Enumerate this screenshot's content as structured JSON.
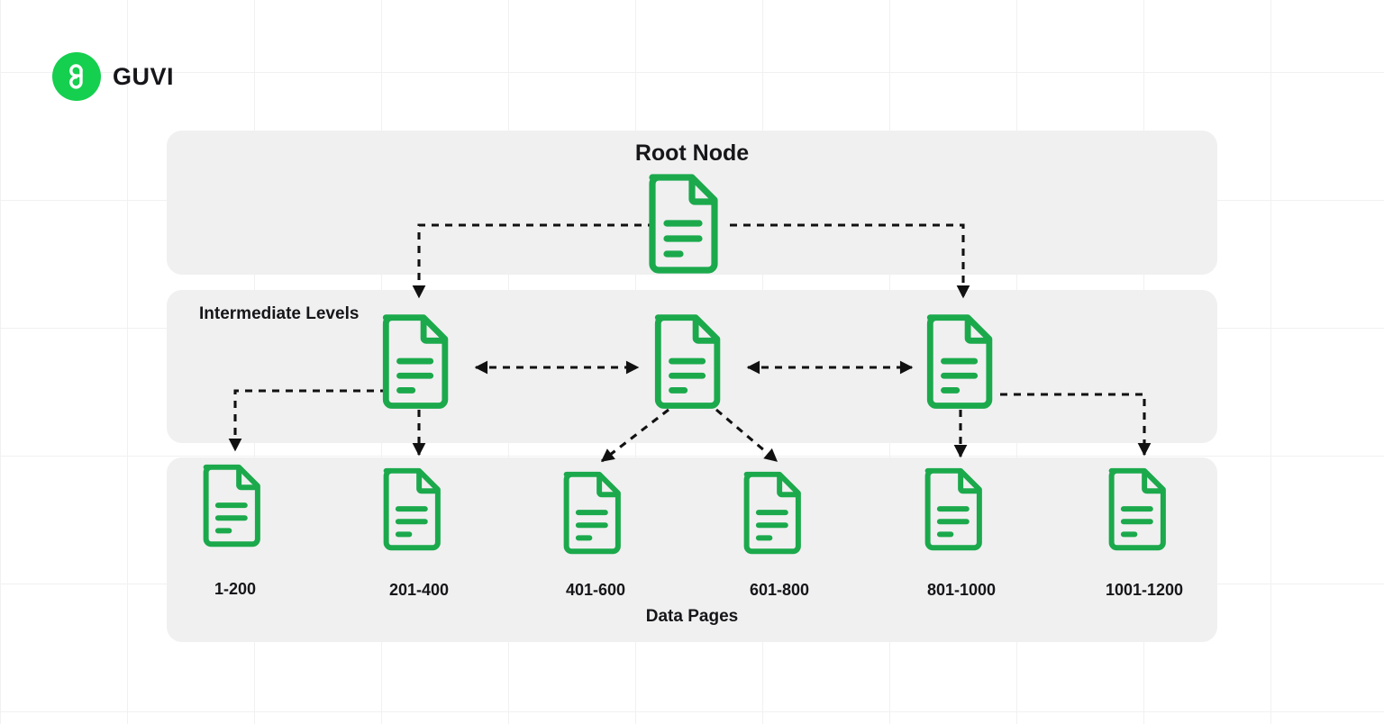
{
  "brand": {
    "logo_icon": "guvi-logo-icon",
    "name": "GUVI",
    "logo_color": "#15cf4f"
  },
  "theme": {
    "node_green": "#1ba94c",
    "band_grey": "#f0f0f0",
    "connector_black": "#111111",
    "text_dark": "#16161a",
    "page_white": "#ffffff",
    "grid_line": "#f1f1f1"
  },
  "diagram": {
    "type": "b-tree-index-structure",
    "levels": [
      {
        "id": "root",
        "caption": "Root Node",
        "caption_align": "center",
        "node_count": 1,
        "nodes": [
          {
            "icon": "document-icon",
            "label": ""
          }
        ]
      },
      {
        "id": "intermediate",
        "caption": "Intermediate Levels",
        "caption_align": "left",
        "node_count": 3,
        "nodes": [
          {
            "icon": "document-icon",
            "label": ""
          },
          {
            "icon": "document-icon",
            "label": ""
          },
          {
            "icon": "document-icon",
            "label": ""
          }
        ]
      },
      {
        "id": "data-pages",
        "caption": "Data Pages",
        "caption_align": "center",
        "node_count": 6,
        "nodes": [
          {
            "icon": "document-icon",
            "label": "1-200"
          },
          {
            "icon": "document-icon",
            "label": "201-400"
          },
          {
            "icon": "document-icon",
            "label": "401-600"
          },
          {
            "icon": "document-icon",
            "label": "601-800"
          },
          {
            "icon": "document-icon",
            "label": "801-1000"
          },
          {
            "icon": "document-icon",
            "label": "1001-1200"
          }
        ]
      }
    ],
    "connectors": {
      "style": "dashed",
      "color": "#111111",
      "arrowhead": "solid-triangle",
      "sibling_links_bidirectional": true,
      "count_root_to_intermediate": 2,
      "count_intermediate_siblings": 2,
      "count_intermediate_to_leaf": 6
    }
  }
}
